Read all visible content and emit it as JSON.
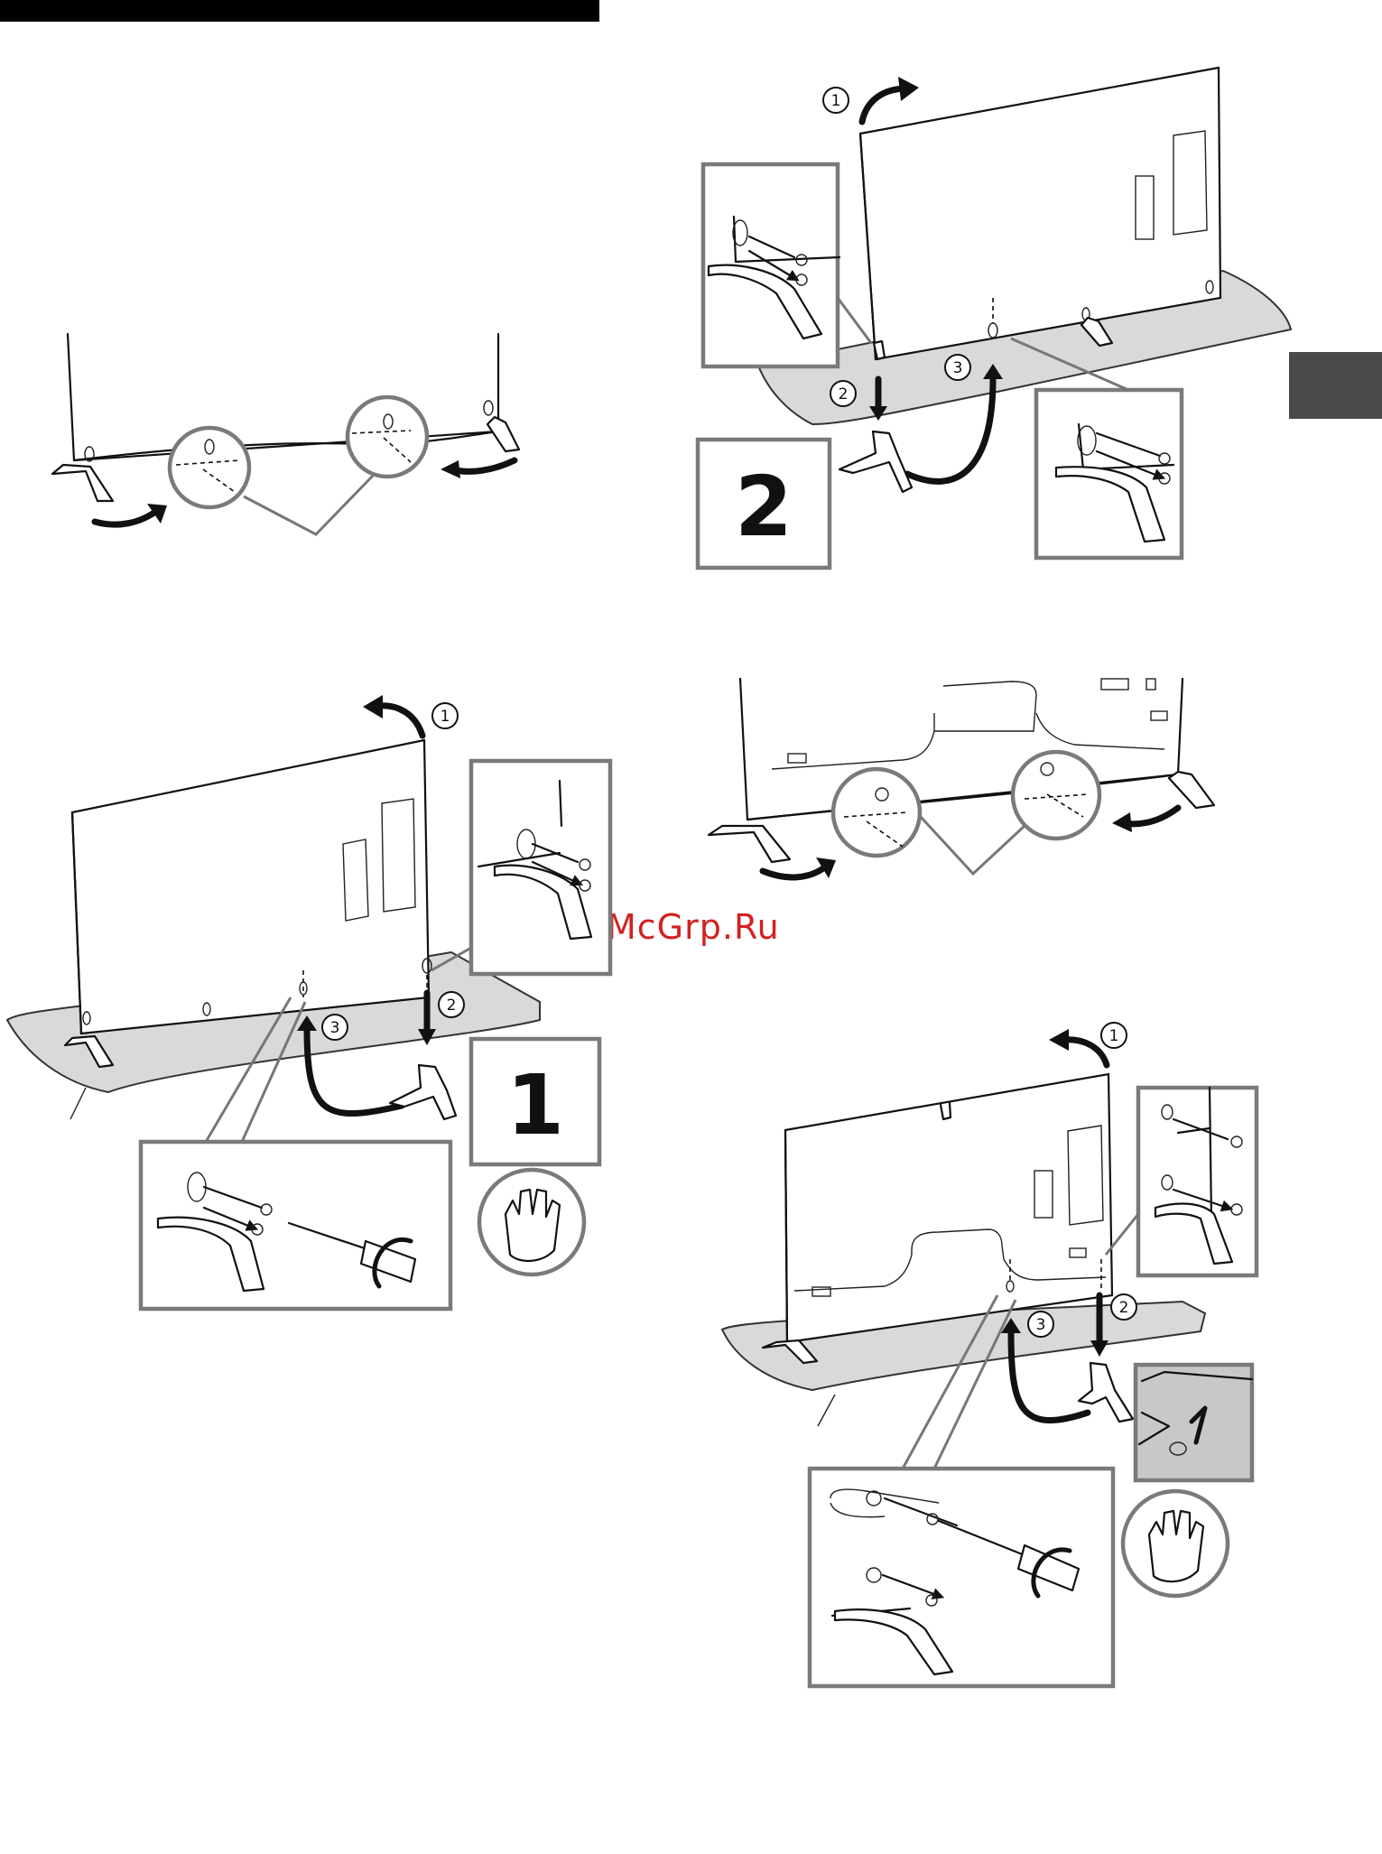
{
  "header": {
    "bar_color": "#000000"
  },
  "side_tab": {
    "color": "#4a4a4a"
  },
  "watermark": {
    "text": "McGrp.Ru",
    "color": "#d42020"
  },
  "steps": {
    "step1_number": "1",
    "step2_number": "2"
  },
  "callouts": {
    "c1": "1",
    "c2": "2",
    "c3": "3"
  },
  "icons": [
    "tv-panel-icon",
    "stand-leg-icon",
    "screw-icon",
    "screwdriver-icon",
    "hand-press-icon",
    "curved-arrow-icon",
    "magnify-circle-icon"
  ]
}
